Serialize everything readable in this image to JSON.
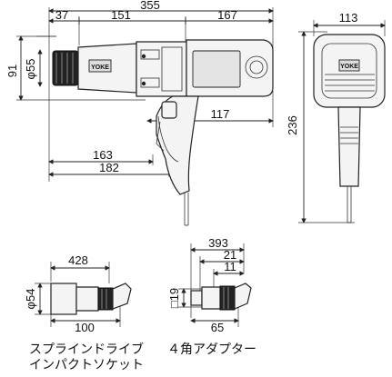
{
  "main_view": {
    "dims": {
      "overall_length": "355",
      "front_length": "37",
      "middle_length": "151",
      "rear_length": "167",
      "height_front": "91",
      "nose_diameter": "φ55",
      "axis_to_handle": "117",
      "grip_length_1": "163",
      "grip_length_2": "182"
    },
    "brand_logo": "YOKE"
  },
  "side_view": {
    "dims": {
      "width": "113",
      "height": "236"
    },
    "brand_logo": "YOKE"
  },
  "spline_socket": {
    "dims": {
      "length_top": "428",
      "diameter": "φ54",
      "length_bottom": "100"
    },
    "caption_line1": "スプラインドライブ",
    "caption_line2": "インパクトソケット"
  },
  "adapter": {
    "dims": {
      "d1": "393",
      "d2": "21",
      "d3": "11",
      "square": "□19",
      "bottom": "65"
    },
    "caption": "４角アダプター"
  }
}
